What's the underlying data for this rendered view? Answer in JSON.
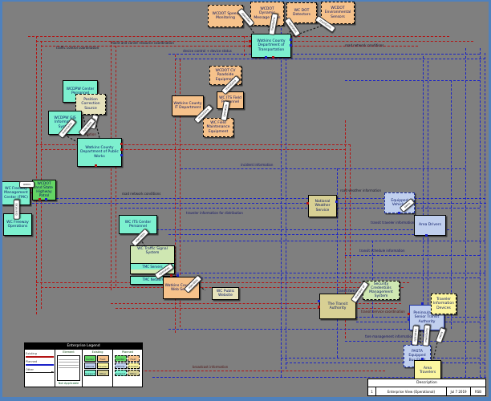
{
  "page": {
    "background": "#7f7f7f",
    "frame_color": "#4f81bd",
    "existing_flow_color": "#b41414",
    "planned_flow_color": "#1a22c8"
  },
  "elements": {
    "speed_monitoring": {
      "label": "WCDOT Speed Monitoring"
    },
    "dms": {
      "label": "WCDOT Dynamic Message Signs"
    },
    "detectors": {
      "label": "WC DOT Detectors"
    },
    "env_sensors": {
      "label": "WCDOT Environmental Sensors"
    },
    "county_dot": {
      "label": "Watkins County Department of Transportation"
    },
    "cv_roadside": {
      "label": "WCDOT CV Roadside Equipment"
    },
    "its_field_personnel": {
      "label": "WC ITS Field Personnel"
    },
    "it_department": {
      "label": "Watkins County IT Department"
    },
    "field_maint_equipment": {
      "label": "WC Field Maintenance Equipment"
    },
    "dpw_center_personnel": {
      "label": "WCDPW Center Personnel"
    },
    "position_correction": {
      "label": "Position Correction Source"
    },
    "dpw_info_system": {
      "label": "WCDPW GIS Information System"
    },
    "county_dpw": {
      "label": "Watkins County Department of Public Works"
    },
    "freeway_mgmt_center": {
      "label": "WC Freeway Management Center (FMC)"
    },
    "dot_state_highway_patrol": {
      "label": "WCDOT and State Highway Patrol"
    },
    "freeway_operations": {
      "label": "WC Freeway Operations"
    },
    "its_center_personnel": {
      "label": "WC ITS Center Personnel"
    },
    "traffic_signal_system": {
      "label": "WC Traffic Signal System",
      "sub": [
        "TMC Servers",
        "TMC Network"
      ]
    },
    "it_web_server": {
      "label": "Watkins County IT Web Server"
    },
    "public_website": {
      "label": "WC Public Website"
    },
    "nws": {
      "label": "National Weather Service"
    },
    "equipped_vehicles": {
      "label": "Equipped Vehicles"
    },
    "area_drivers": {
      "label": "Area Drivers"
    },
    "transit_authority": {
      "label": "The Transit Authority"
    },
    "scms": {
      "label": "Security Credentials Management System"
    },
    "senior_transit_authority": {
      "label": "Peninsula Area Senior Transit Authority"
    },
    "traveler_info_devices": {
      "label": "Traveler Information Devices"
    },
    "bus_fleet": {
      "label": "PASTA Equipped Bus Fleet"
    },
    "area_travelers": {
      "label": "Area Travelers"
    }
  },
  "relationships": {
    "r1": "operates",
    "r2": "maintains",
    "r3": "operates",
    "r4": "maintains",
    "r5": "uses",
    "r6": "operates",
    "r7": "maintains",
    "r8": "maintains",
    "r9": "operates",
    "r10": "maintains",
    "r11": "operates",
    "r12": "operates",
    "r13": "owns",
    "r14": "member of",
    "r15": "operates",
    "r16": "maintains",
    "r17": "owns",
    "r18": "owns",
    "r19": "operates",
    "r20": "operates"
  },
  "flow_labels": {
    "f1": "maint and constr resource coordination",
    "f2": "traffic control coordination",
    "f3": "device control + device status",
    "f4": "road network conditions",
    "f5": "work zone information",
    "f6": "road network conditions",
    "f7": "traveler information for distribution",
    "f8": "road weather information",
    "f9": "transit traveler information",
    "f10": "transit schedule information",
    "f11": "broadcast traveler information",
    "f12": "transit fare information",
    "f13": "transit service coordination",
    "f14": "broadcast information",
    "f15": "incident information",
    "f16": "fare management information"
  },
  "legend": {
    "title": "Enterprise Legend",
    "flows": [
      {
        "label": "Existing",
        "color": "#b41414"
      },
      {
        "label": "Planned",
        "color": "#1a22c8"
      },
      {
        "label": "Other",
        "color": "#1a1a1a"
      }
    ],
    "element_panel": {
      "title": "Element",
      "note": "Not Applicable"
    },
    "statuses": {
      "existing_title": "Existing",
      "planned_title": "Planned",
      "types": [
        "Center",
        "Field",
        "Vehicle",
        "Traveler",
        "Support",
        "Other"
      ]
    }
  },
  "title_block": {
    "header": "Description",
    "rev": "1",
    "title": "Enterprise View (Operational)",
    "date": "Jul 7 2019",
    "by": "RSB"
  }
}
